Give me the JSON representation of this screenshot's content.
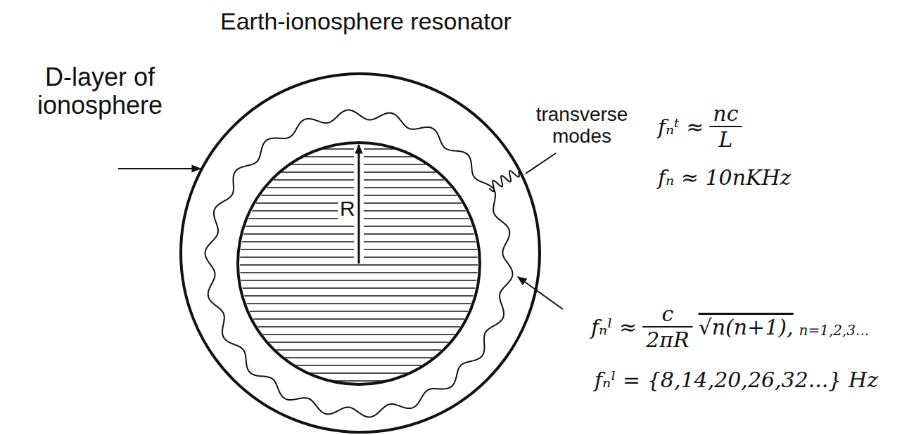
{
  "diagram": {
    "title": "Earth-ionosphere resonator",
    "labels": [
      "D-layer of ionosphere",
      "transverse modes",
      "R",
      "fₙᵗ ≈",
      "nc",
      "L",
      "fₙ ≈ 10nKHz",
      "fₙˡ ≈",
      "c",
      "2πR",
      "√n(n+1),",
      "n=1,2,3...",
      "fₙˡ = {8,14,20,26,32...} Hz"
    ]
  }
}
